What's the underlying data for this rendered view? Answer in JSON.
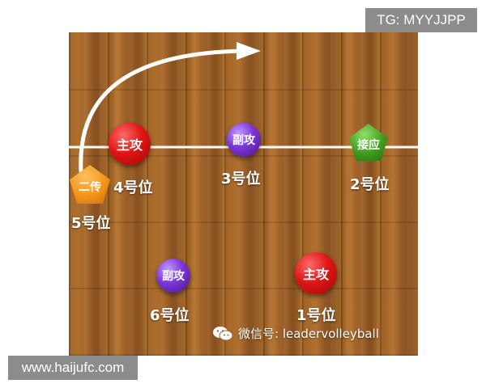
{
  "tags": {
    "top_right": "TG: MYYJJPP",
    "bottom_left": "www.haijufc.com"
  },
  "players": {
    "outside_hitter_front": "主攻",
    "middle_front": "副攻",
    "opposite": "接应",
    "setter": "二传",
    "middle_back": "副攻",
    "outside_hitter_back": "主攻"
  },
  "positions": {
    "p1": "1号位",
    "p2": "2号位",
    "p3": "3号位",
    "p4": "4号位",
    "p5": "5号位",
    "p6": "6号位"
  },
  "watermark": {
    "text": "微信号: leadervolleyball"
  },
  "colors": {
    "red": "#e01616",
    "purple": "#7b35d8",
    "green": "#3f9a1c",
    "orange": "#f39419",
    "court": "#a0632a"
  }
}
